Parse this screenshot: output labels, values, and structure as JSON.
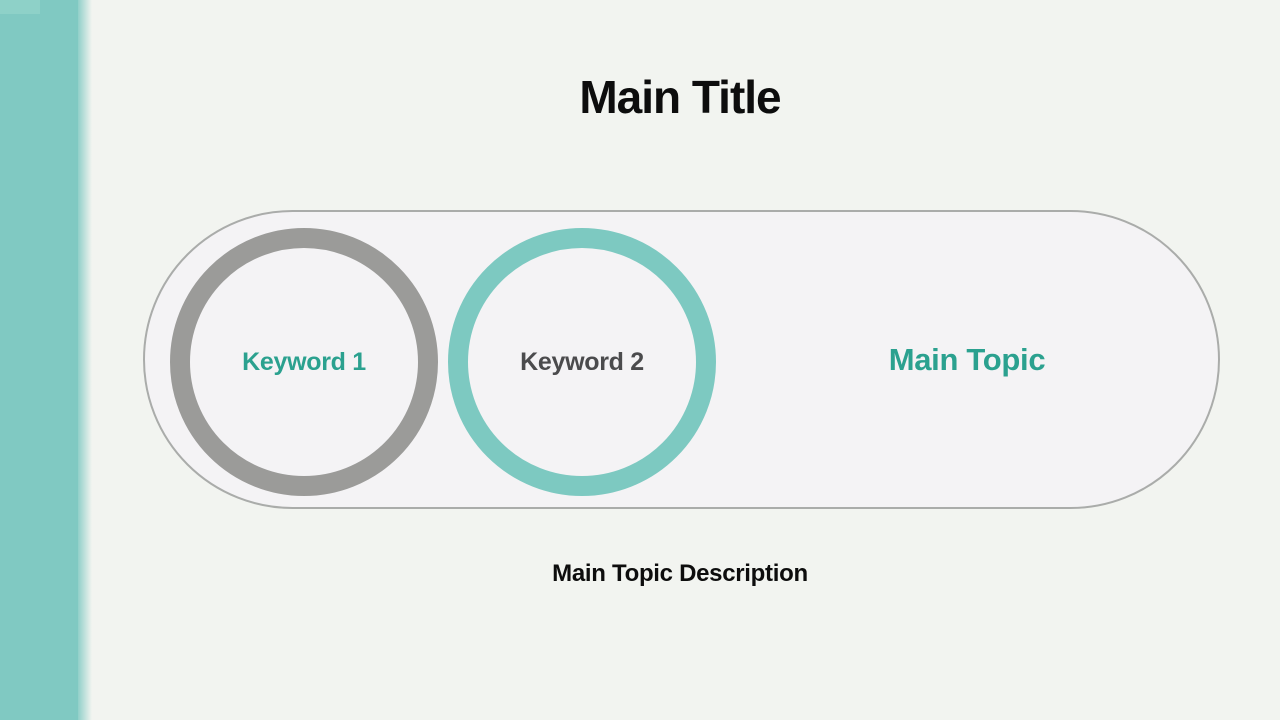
{
  "slide": {
    "title": "Main Title",
    "description": "Main Topic Description"
  },
  "diagram": {
    "main_topic": {
      "label": "Main Topic",
      "color": "#2ba18f"
    },
    "keywords": [
      {
        "label": "Keyword 1",
        "ring_color": "#9b9b99",
        "label_color": "#2ba18f"
      },
      {
        "label": "Keyword 2",
        "ring_color": "#7dc9c1",
        "label_color": "#4b4b4d"
      }
    ]
  },
  "colors": {
    "sidebar": "#80c9c2",
    "sidebar_highlight": "#8ed1c8",
    "background": "#f2f4f0",
    "pill_fill": "#f4f3f5",
    "pill_border": "#aaacaa",
    "title_text": "#0d0d0d"
  }
}
